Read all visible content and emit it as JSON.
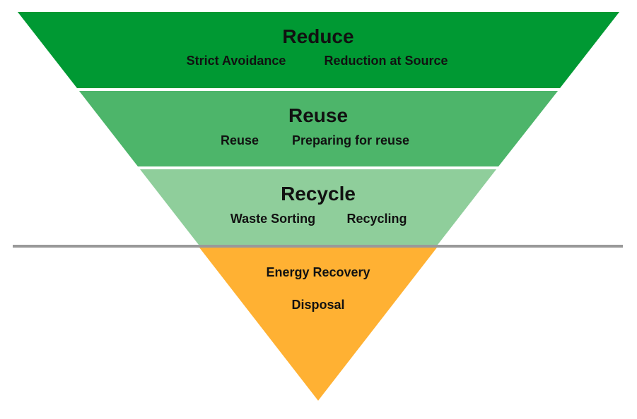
{
  "hierarchy": {
    "tiers": [
      {
        "title": "Reduce",
        "items": [
          "Strict Avoidance",
          "Reduction at Source"
        ],
        "color": "#009933"
      },
      {
        "title": "Reuse",
        "items": [
          "Reuse",
          "Preparing for reuse"
        ],
        "color": "#4db56a"
      },
      {
        "title": "Recycle",
        "items": [
          "Waste Sorting",
          "Recycling"
        ],
        "color": "#8fce9b"
      },
      {
        "title": "",
        "items": [
          "Energy Recovery",
          "Disposal"
        ],
        "color": "#ffb133"
      }
    ],
    "divider_color": "#999999"
  }
}
